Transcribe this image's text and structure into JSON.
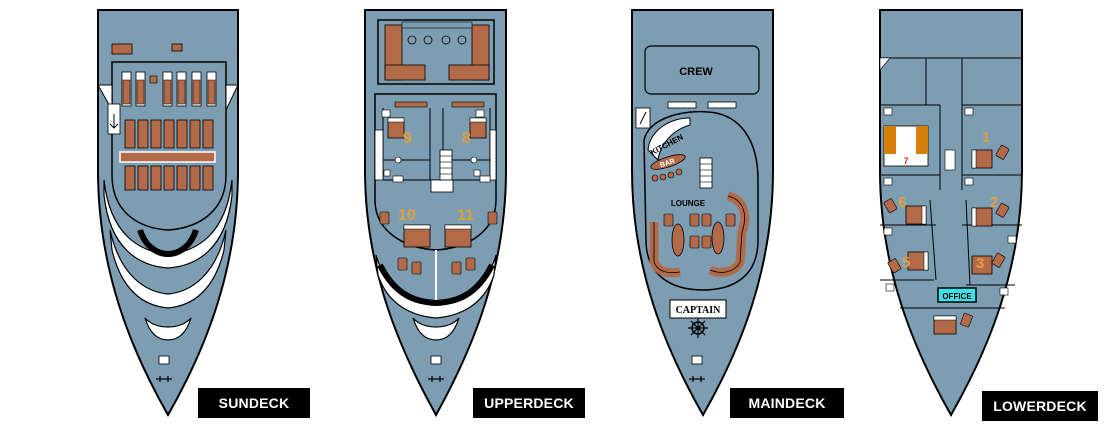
{
  "decks": {
    "sundeck": {
      "label": "SUNDECK"
    },
    "upperdeck": {
      "label": "UPPERDECK",
      "cabins": [
        "9",
        "8",
        "10",
        "11"
      ]
    },
    "maindeck": {
      "label": "MAINDECK",
      "rooms": {
        "crew": "CREW",
        "kitchen": "KITCHEN",
        "bar": "BAR",
        "lounge": "LOUNGE",
        "captain": "CAPTAIN"
      }
    },
    "lowerdeck": {
      "label": "LOWERDECK",
      "cabins": [
        "1",
        "7",
        "6",
        "2",
        "5",
        "3"
      ],
      "office": "OFFICE"
    }
  },
  "colors": {
    "hull": "#7c9db2",
    "outline": "#000000",
    "furniture": "#b26a48",
    "cabin_number": "#e0a040",
    "office_badge": "#40e0e8",
    "orange_bunk": "#d4800a",
    "cabin7_number": "#e03020"
  }
}
